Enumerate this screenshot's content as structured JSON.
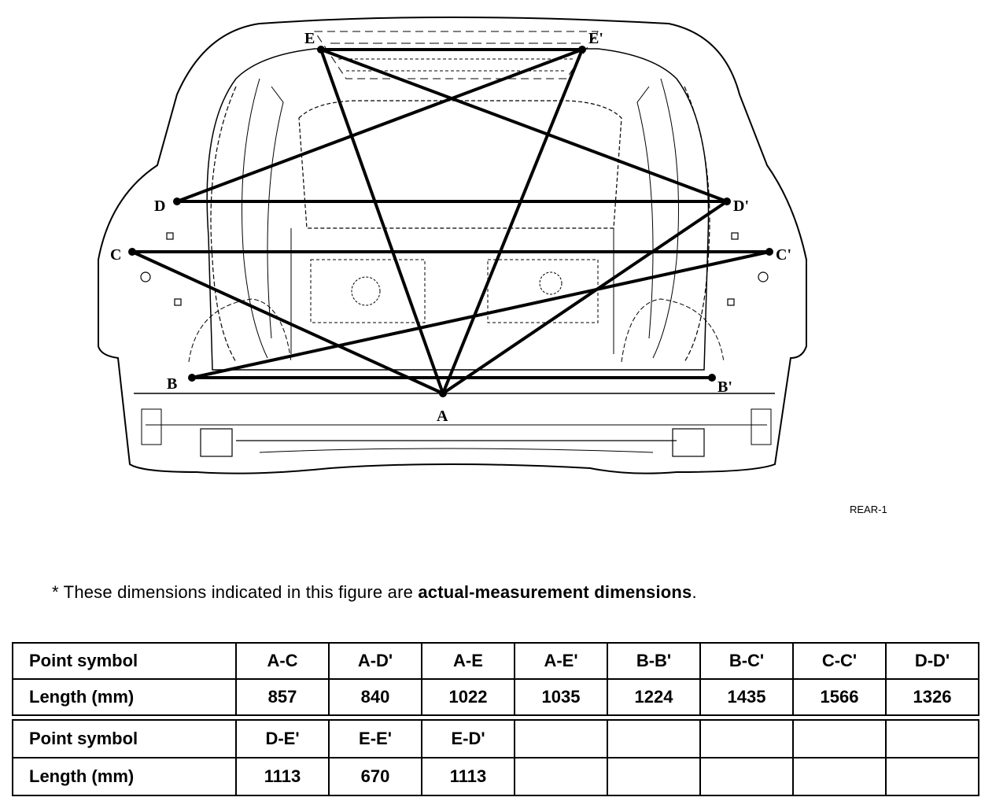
{
  "diagram": {
    "figure_code": "REAR-1",
    "points": {
      "A": "A",
      "B": "B",
      "B_prime": "B'",
      "C": "C",
      "C_prime": "C'",
      "D": "D",
      "D_prime": "D'",
      "E": "E",
      "E_prime": "E'"
    }
  },
  "note": {
    "prefix": "* These dimensions indicated in this figure are ",
    "emphasis": "actual-measurement dimensions",
    "suffix": "."
  },
  "table1": {
    "point_header": "Point symbol",
    "length_header": "Length (mm)",
    "columns": [
      {
        "symbol": "A-C",
        "length": "857"
      },
      {
        "symbol": "A-D'",
        "length": "840"
      },
      {
        "symbol": "A-E",
        "length": "1022"
      },
      {
        "symbol": "A-E'",
        "length": "1035"
      },
      {
        "symbol": "B-B'",
        "length": "1224"
      },
      {
        "symbol": "B-C'",
        "length": "1435"
      },
      {
        "symbol": "C-C'",
        "length": "1566"
      },
      {
        "symbol": "D-D'",
        "length": "1326"
      }
    ]
  },
  "table2": {
    "point_header": "Point symbol",
    "length_header": "Length (mm)",
    "columns": [
      {
        "symbol": "D-E'",
        "length": "1113"
      },
      {
        "symbol": "E-E'",
        "length": "670"
      },
      {
        "symbol": "E-D'",
        "length": "1113"
      },
      {
        "symbol": "",
        "length": ""
      },
      {
        "symbol": "",
        "length": ""
      },
      {
        "symbol": "",
        "length": ""
      },
      {
        "symbol": "",
        "length": ""
      },
      {
        "symbol": "",
        "length": ""
      }
    ]
  }
}
